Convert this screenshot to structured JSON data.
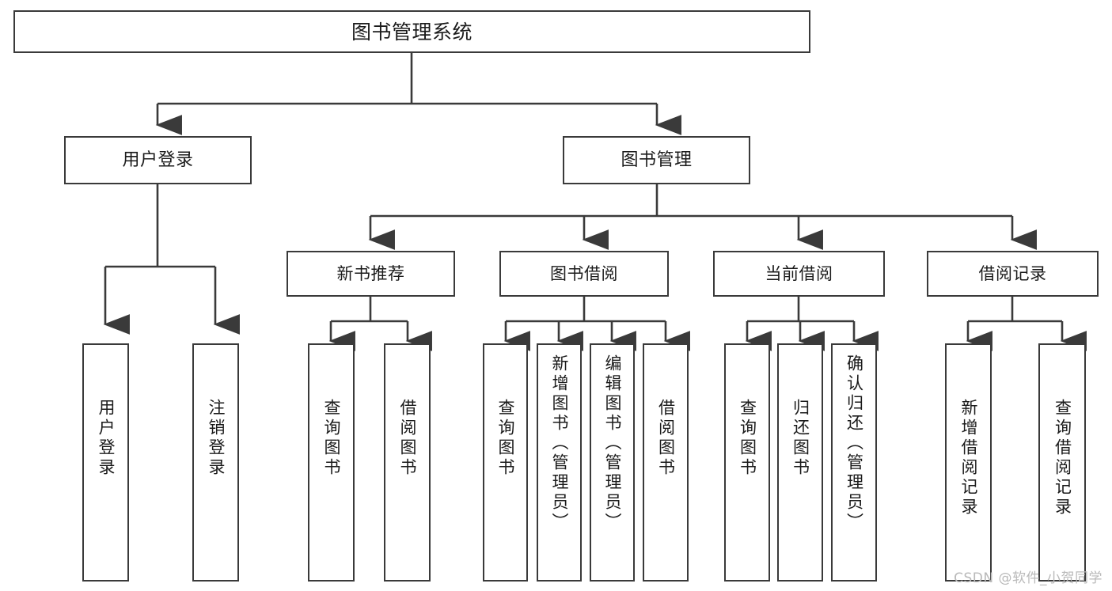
{
  "diagram": {
    "title": "图书管理系统",
    "type": "hierarchy-tree",
    "background_color": "#ffffff",
    "line_color": "#3a3a3a",
    "text_color": "#1b1b1b",
    "watermark": "CSDN @软件_小贺同学",
    "nodes": {
      "root": {
        "label": "图书管理系统"
      },
      "level2": [
        {
          "label": "用户登录"
        },
        {
          "label": "图书管理"
        }
      ],
      "level3": [
        {
          "label": "新书推荐"
        },
        {
          "label": "图书借阅"
        },
        {
          "label": "当前借阅"
        },
        {
          "label": "借阅记录"
        }
      ],
      "leaves": {
        "user_login": [
          {
            "label": "用户登录"
          },
          {
            "label": "注销登录"
          }
        ],
        "new_book_recommend": [
          {
            "label": "查询图书"
          },
          {
            "label": "借阅图书"
          }
        ],
        "book_borrow": [
          {
            "label": "查询图书"
          },
          {
            "label": "新增图书（管理员）"
          },
          {
            "label": "编辑图书（管理员）"
          },
          {
            "label": "借阅图书"
          }
        ],
        "current_borrow": [
          {
            "label": "查询图书"
          },
          {
            "label": "归还图书"
          },
          {
            "label": "确认归还（管理员）"
          }
        ],
        "borrow_record": [
          {
            "label": "新增借阅记录"
          },
          {
            "label": "查询借阅记录"
          }
        ]
      }
    }
  }
}
